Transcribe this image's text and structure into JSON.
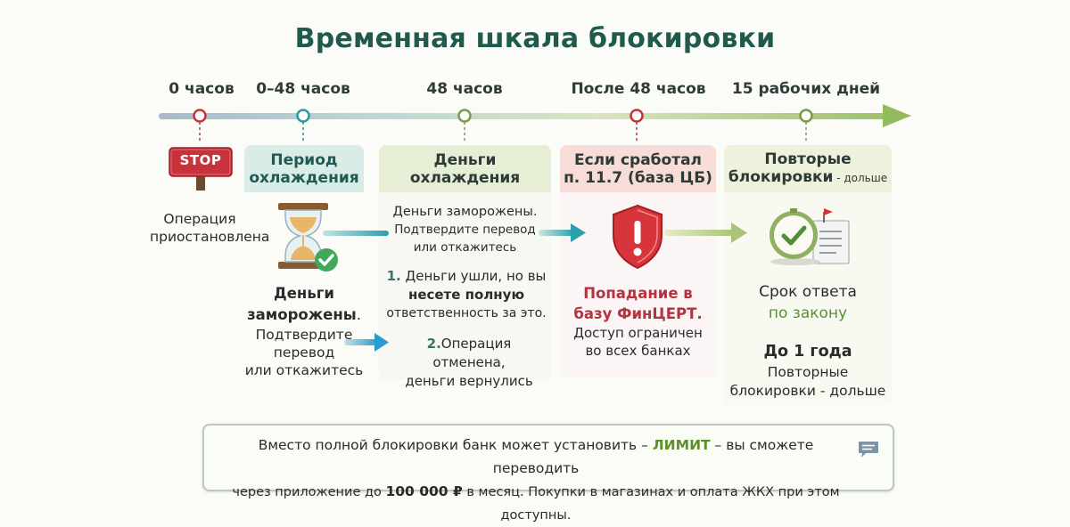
{
  "title": "Временная шкала блокировки",
  "timeline_labels": [
    "0 часов",
    "0–48 часов",
    "48 часов",
    "После 48 часов",
    "15 рабочих дней"
  ],
  "stop": {
    "sign": "STOP",
    "caption_1": "Операция",
    "caption_2": "приостановлена"
  },
  "col1": {
    "header_1": "Период",
    "header_2": "охлаждения",
    "main_1": "Деньги",
    "main_2": "заморожены",
    "main_dot": ".",
    "sub_1": "Подтвердите",
    "sub_2": "перевод",
    "sub_3": "или откажитесь"
  },
  "col2": {
    "header_1": "Деньги",
    "header_2": "охлаждения",
    "intro_1": "Деньги заморожены.",
    "intro_2": "Подтвердите перевод",
    "intro_3": "или откажитесь",
    "opt1_num": "1.",
    "opt1_a": "Деньги ушли, но вы",
    "opt1_b": "несете полную",
    "opt1_c": "ответственность за это.",
    "opt2_num": "2.",
    "opt2_a": "Операция отменена,",
    "opt2_b": "деньги вернулись"
  },
  "col3": {
    "header_1": "Если сработал",
    "header_2": "п. 11.7 (база ЦБ)",
    "main_1": "Попадание в",
    "main_2": "базу ФинЦЕРТ.",
    "sub_1": "Доступ ограничен",
    "sub_2": "во всех банках"
  },
  "col4": {
    "header_1": "Повторые",
    "header_2": "блокировки",
    "header_suffix": " - дольше",
    "line_1": "Срок ответа",
    "line_2": "по закону",
    "bold": "До 1 года",
    "sub_1": "Повторные",
    "sub_2": "блокировки - дольше"
  },
  "note": {
    "part1": "Вместо полной блокировки банк может установить – ",
    "limit": "ЛИМИТ",
    "part2": " – вы сможете переводить",
    "part3": "через приложение до ",
    "amount": "100 000 ₽",
    "part4": " в месяц. Покупки в магазинах и оплата ЖКХ при этом доступны."
  },
  "colors": {
    "title": "#1f5a4c",
    "stop_red": "#c8333b",
    "head_teal": "#d9ece8",
    "head_green": "#e6efd6",
    "head_red": "#f7dcd7",
    "head_lime": "#eef2dc",
    "shield_red": "#d8343c",
    "accent_green": "#6a9a3c"
  }
}
